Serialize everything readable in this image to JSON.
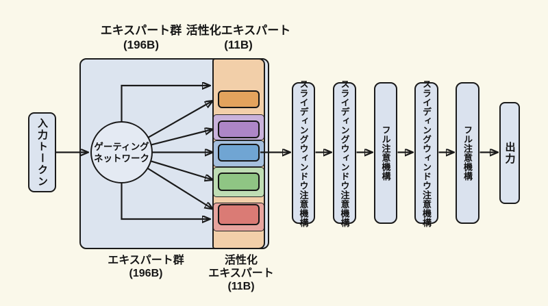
{
  "page": {
    "style": "background:#FAF8EA"
  },
  "titles": {
    "experts_top_line1": "エキスパート群",
    "experts_top_line2": "(196B)",
    "active_top_line1": "活性化エキスパート",
    "active_top_line2": "(11B)",
    "experts_bottom_line1": "エキスパート群",
    "experts_bottom_line2": "(196B)",
    "active_bottom_line1": "活性化",
    "active_bottom_line2": "エキスパート",
    "active_bottom_line3": "(11B)"
  },
  "nodes": {
    "input_token": {
      "label": "入力トークン"
    },
    "gating_network": {
      "line1": "ゲーティング",
      "line2": "ネットワーク"
    },
    "output": {
      "label": "出力"
    }
  },
  "attention_blocks": [
    {
      "label": "スライディングウィンドウ注意機構"
    },
    {
      "label": "スライディングウィンドウ注意機構"
    },
    {
      "label": "フル注意機構"
    },
    {
      "label": "スライディングウィンドウ注意機構"
    },
    {
      "label": "フル注意機構"
    }
  ],
  "experts": {
    "column_style": "background:#F2CFA9",
    "segments": [
      {
        "name": "purple",
        "style": "background:#C9B2DB"
      },
      {
        "name": "blue",
        "style": "background:#A6C0DE"
      },
      {
        "name": "green",
        "style": "background:#BFDDB4"
      },
      {
        "name": "red",
        "style": "background:#E7A49E"
      }
    ],
    "boxes": [
      {
        "name": "orange",
        "style": "background:#E3A35D"
      },
      {
        "name": "purple",
        "style": "background:#AD86C7"
      },
      {
        "name": "blue",
        "style": "background:#70A5D3"
      },
      {
        "name": "green",
        "style": "background:#8FC584"
      },
      {
        "name": "red",
        "style": "background:#DA7B75"
      }
    ]
  },
  "colors": {
    "background": "#FAF8EA",
    "node_fill": "#DCE4EF",
    "attention_fill": "#DAE2EE",
    "gating_fill": "#E4EAF3",
    "outline": "#1A1A1A"
  }
}
